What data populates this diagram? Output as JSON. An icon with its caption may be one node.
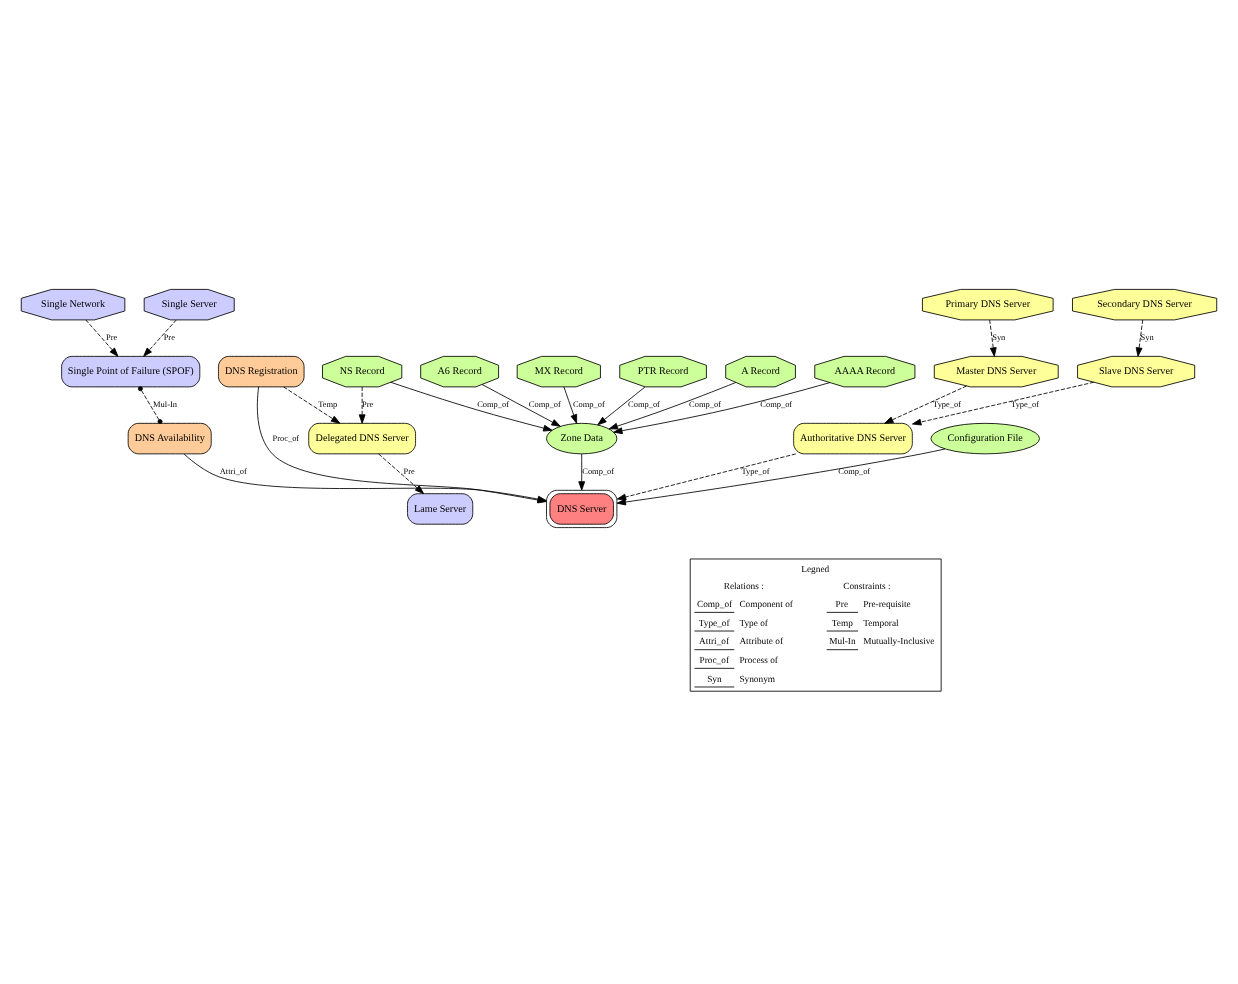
{
  "diagram": {
    "nodes": [
      {
        "text": [
          "AAAA Record"
        ]
      },
      {
        "text": [
          "A6 Record"
        ]
      },
      {
        "text": [
          "MX Record"
        ]
      },
      {
        "text": [
          "PTR Record"
        ]
      },
      {
        "text": [
          "Zone Data"
        ]
      },
      {
        "text": [
          "A Record"
        ]
      },
      {
        "text": [
          "NS Record"
        ]
      },
      {
        "text": [
          "Configuration File"
        ]
      },
      {
        "text": [
          "Single Network"
        ]
      },
      {
        "text": [
          "Single Server"
        ]
      },
      {
        "text": [
          "Single Point of Failure (SPOF)"
        ]
      },
      {
        "text": [
          "DNS Server"
        ]
      },
      {
        "text": [
          "DNS Availability"
        ]
      },
      {
        "text": [
          "DNS Registration"
        ]
      },
      {
        "text": [
          "Delegated DNS Server"
        ]
      },
      {
        "text": [
          "Authoritative DNS Server"
        ]
      },
      {
        "text": [
          "Master DNS Server"
        ]
      },
      {
        "text": [
          "Primary DNS Server"
        ]
      },
      {
        "text": [
          "Lame Server"
        ]
      },
      {
        "text": [
          "Slave DNS Server"
        ]
      },
      {
        "text": [
          "Secondary DNS Server"
        ]
      }
    ],
    "edges": [
      {
        "from": 0,
        "to": 4,
        "arrow": "to",
        "label": "Comp_of"
      },
      {
        "from": 1,
        "to": 4,
        "arrow": "to",
        "label": "Comp_of"
      },
      {
        "from": 2,
        "to": 4,
        "arrow": "to",
        "label": "Comp_of"
      },
      {
        "from": 3,
        "to": 4,
        "arrow": "to",
        "label": "Comp_of"
      },
      {
        "from": 5,
        "to": 4,
        "arrow": "to",
        "label": "Comp_of"
      },
      {
        "from": 6,
        "to": 4,
        "arrow": "to",
        "label": "Comp_of"
      },
      {
        "from": 4,
        "to": 11,
        "arrow": "to",
        "label": "Comp_of"
      },
      {
        "from": 7,
        "to": 11,
        "arrow": "to",
        "label": "Comp_of"
      },
      {
        "from": 8,
        "to": 10,
        "arrow": "to",
        "label": "Pre",
        "style": "dashed"
      },
      {
        "from": 9,
        "to": 10,
        "arrow": "to",
        "label": "Pre",
        "style": "dashed"
      },
      {
        "from": 10,
        "to": 12,
        "arrow": "other",
        "label": "Mul-In",
        "style": "dashed"
      },
      {
        "from": 12,
        "to": 11,
        "arrow": "to",
        "label": "Attri_of"
      },
      {
        "from": 13,
        "to": 11,
        "arrow": "to",
        "label": "Proc_of"
      },
      {
        "from": 15,
        "to": 11,
        "arrow": "to",
        "label": "Type_of",
        "style": "dashed"
      },
      {
        "from": 6,
        "to": 14,
        "arrow": "to",
        "label": "Pre",
        "style": "dashed"
      },
      {
        "from": 13,
        "to": 14,
        "arrow": "to",
        "label": "Temp",
        "style": "dashed"
      },
      {
        "from": 14,
        "to": 18,
        "arrow": "to",
        "label": "Pre",
        "style": "dashed"
      },
      {
        "from": 16,
        "to": 15,
        "arrow": "to",
        "label": "Type_of",
        "style": "dashed"
      },
      {
        "from": 17,
        "to": 16,
        "arrow": "to",
        "label": "Syn",
        "style": "dashed"
      },
      {
        "from": 19,
        "to": 15,
        "arrow": "to",
        "label": "Type_of",
        "style": "dashed"
      },
      {
        "from": 20,
        "to": 19,
        "arrow": "to",
        "label": "Syn",
        "style": "dashed"
      }
    ],
    "labels": [
      "Legned",
      "Relations :",
      "Constraints :",
      "Comp_of",
      "Type_of",
      "Attri_of",
      "Proc_of",
      "Syn",
      "Pre",
      "Temp",
      "Mul-In"
    ],
    "legend": [
      {
        "text": "Component of"
      },
      {
        "text": "Type of"
      },
      {
        "text": "Attribute of"
      },
      {
        "text": "Process of"
      },
      {
        "text": "Synonym"
      },
      {
        "text": "Pre-requisite"
      },
      {
        "text": "Temporal"
      },
      {
        "text": "Mutually-Inclusive"
      }
    ]
  }
}
